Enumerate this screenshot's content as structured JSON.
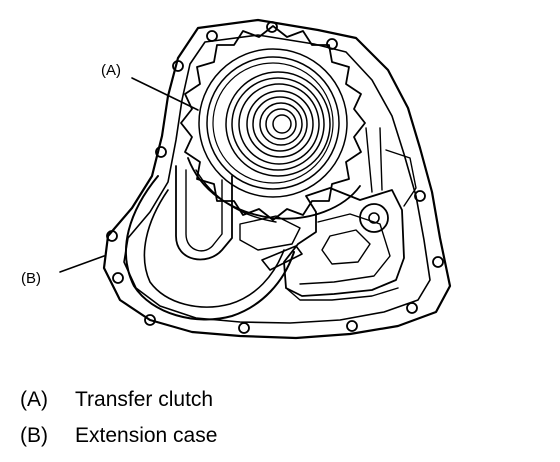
{
  "callouts": {
    "a": "(A)",
    "b": "(B)"
  },
  "legend": [
    {
      "key": "(A)",
      "text": "Transfer clutch"
    },
    {
      "key": "(B)",
      "text": "Extension case"
    }
  ]
}
